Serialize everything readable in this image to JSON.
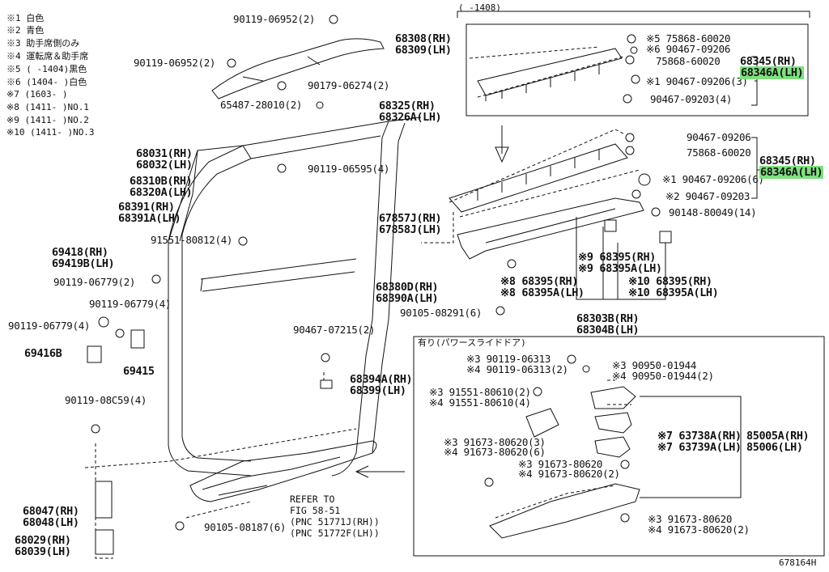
{
  "diagram_id": "678164H",
  "notes": [
    "※1 白色",
    "※2 青色",
    "※3 助手席側のみ",
    "※4 運転席＆助手席",
    "※5 (    -1404)黒色",
    "※6 (1404-      )白色",
    "※7 (1603-      )",
    "※8 (1411-      )NO.1",
    "※9 (1411-      )NO.2",
    "※10 (1411-      )NO.3"
  ],
  "top_box_header": "(    -1408)",
  "power_door_header": "有り(パワースライドドア)",
  "refer": [
    "REFER TO",
    "FIG 58-51",
    "(PNC 51771J(RH))",
    "(PNC 51772F(LH))"
  ],
  "labels": {
    "l1": "90119-06952(2)",
    "l2": "90119-06952(2)",
    "l3": "68308(RH)",
    "l4": "68309(LH)",
    "l5": "90179-06274(2)",
    "l6": "65487-28010(2)",
    "l7": "68325(RH)",
    "l8": "68326A(LH)",
    "l9": "68031(RH)",
    "l10": "68032(LH)",
    "l11": "90119-06595(4)",
    "l12": "68310B(RH)",
    "l13": "68320A(LH)",
    "l14": "68391(RH)",
    "l15": "68391A(LH)",
    "l16": "91551-80812(4)",
    "l17": "69418(RH)",
    "l18": "69419B(LH)",
    "l19": "90119-06779(2)",
    "l20": "90119-06779(4)",
    "l21": "90119-06779(4)",
    "l22": "69416B",
    "l23": "69415",
    "l24": "90119-08C59(4)",
    "l25": "68047(RH)",
    "l26": "68048(LH)",
    "l27": "68029(RH)",
    "l28": "68039(LH)",
    "l29": "90105-08187(6)",
    "l30": "90467-07215(2)",
    "l31": "68394A(RH)",
    "l32": "68399(LH)",
    "l33": "67857J(RH)",
    "l34": "67858J(LH)",
    "l35": "68380D(RH)",
    "l36": "68390A(LH)",
    "l37": "90105-08291(6)",
    "l38": "※5 75868-60020",
    "l39": "※6 90467-09206",
    "l40": "75868-60020",
    "l41": "※1 90467-09206(3)",
    "l42": "90467-09203(4)",
    "l43": "68345(RH)",
    "l44": "68346A(LH)",
    "l45": "90467-09206",
    "l46": "75868-60020",
    "l47": "※1 90467-09206(6)",
    "l48": "※2 90467-09203",
    "l49": "68345(RH)",
    "l50": "68346A(LH)",
    "l51": "90148-80049(14)",
    "l52": "※9 68395(RH)",
    "l53": "※9 68395A(LH)",
    "l54": "※8 68395(RH)",
    "l55": "※8 68395A(LH)",
    "l56": "※10 68395(RH)",
    "l57": "※10 68395A(LH)",
    "l58": "68303B(RH)",
    "l59": "68304B(LH)",
    "l60": "※3 90119-06313",
    "l61": "※4 90119-06313(2)",
    "l62": "※3 90950-01944",
    "l63": "※4 90950-01944(2)",
    "l64": "※3 91551-80610(2)",
    "l65": "※4 91551-80610(4)",
    "l66": "※3 91673-80620(3)",
    "l67": "※4 91673-80620(6)",
    "l68": "※3 91673-80620",
    "l69": "※4 91673-80620(2)",
    "l70": "※7 63738A(RH)",
    "l71": "※7 63739A(LH)",
    "l72": "85005A(RH)",
    "l73": "85006(LH)",
    "l74": "※3 91673-80620",
    "l75": "※4 91673-80620(2)"
  },
  "highlight_color": "#7ee07e"
}
